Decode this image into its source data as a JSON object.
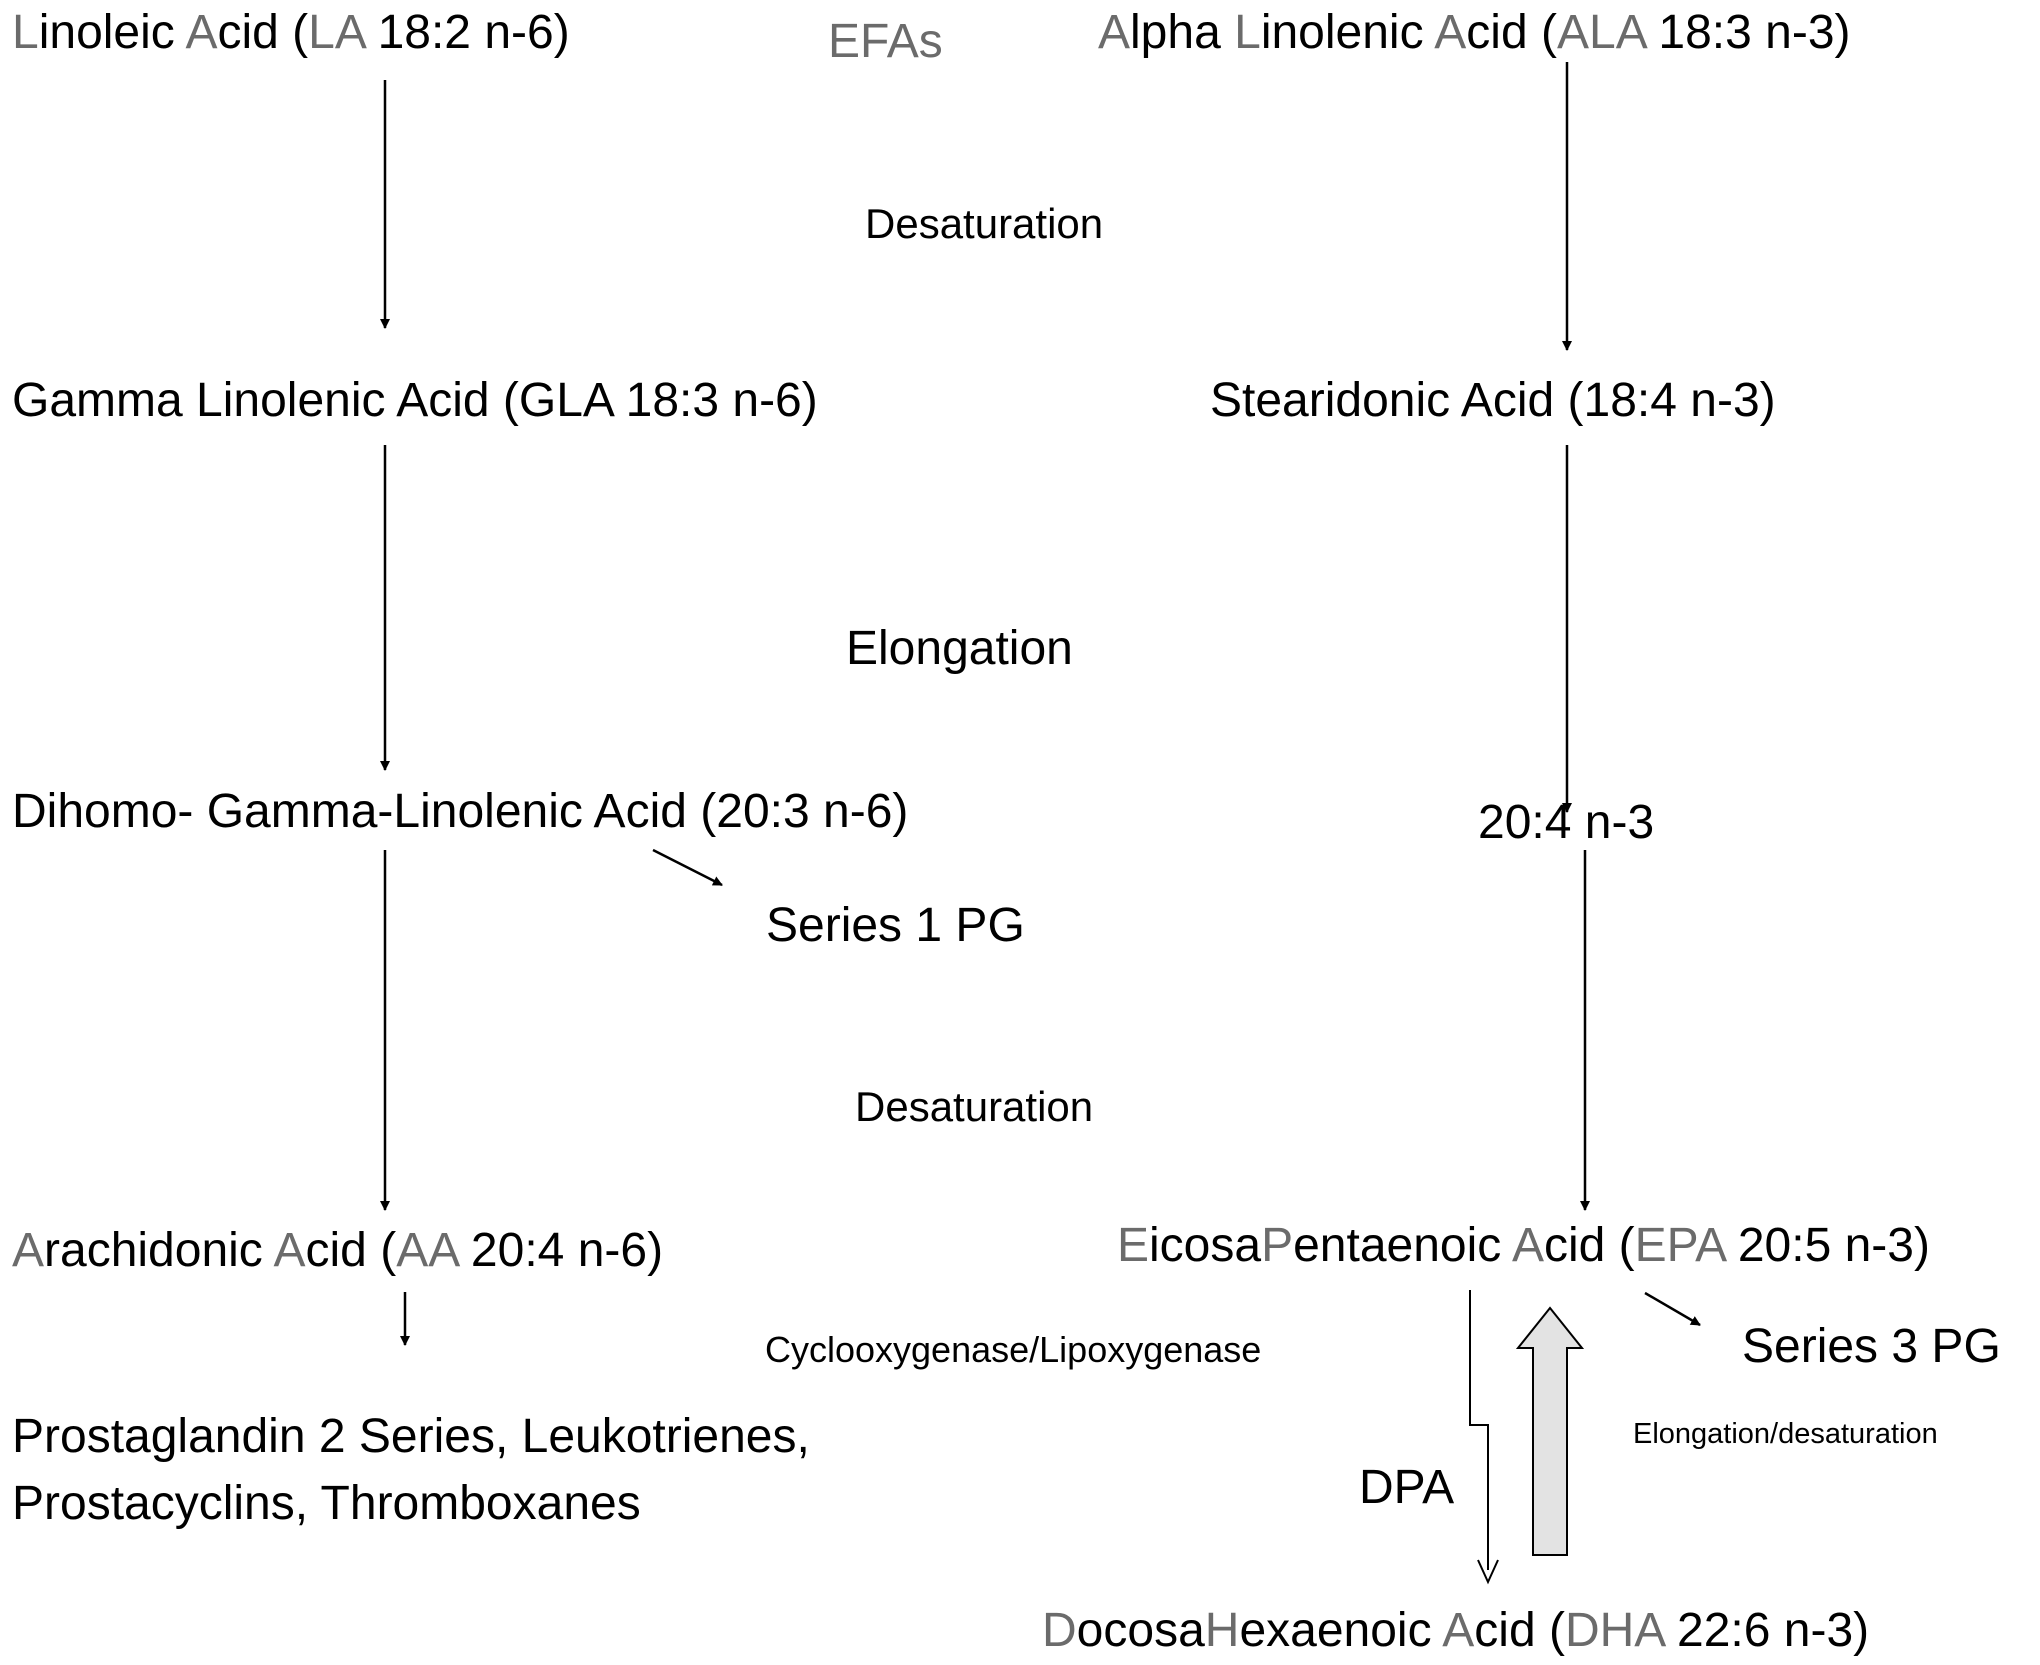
{
  "title": "EFAs",
  "omega6": {
    "la": {
      "p1": "L",
      "p2": "inoleic ",
      "p3": "A",
      "p4": "cid (",
      "p5": "LA",
      "p6": " 18:2 n-6)"
    },
    "gla": "Gamma Linolenic Acid (GLA 18:3 n-6)",
    "dgla": "Dihomo- Gamma-Linolenic Acid (20:3 n-6)",
    "series1": "Series 1 PG",
    "aa": {
      "p1": "A",
      "p2": "rachidonic ",
      "p3": "A",
      "p4": "cid (",
      "p5": "AA",
      "p6": " 20:4 n-6)"
    },
    "products_line1": "Prostaglandin 2 Series, Leukotrienes,",
    "products_line2": "Prostacyclins, Thromboxanes"
  },
  "omega3": {
    "ala": {
      "p1": "A",
      "p2": "lpha ",
      "p3": "L",
      "p4": "inolenic ",
      "p5": "A",
      "p6": "cid (",
      "p7": "ALA",
      "p8": " 18:3 n-3)"
    },
    "sda": "Stearidonic Acid (18:4 n-3)",
    "eta": "20:4 n-3",
    "epa": {
      "p1": "E",
      "p2": "icosa",
      "p3": "P",
      "p4": "entaenoic ",
      "p5": "A",
      "p6": "cid (",
      "p7": "EPA",
      "p8": " 20:5 n-3)"
    },
    "series3": "Series 3 PG",
    "dpa": "DPA",
    "elong_desat": "Elongation/desaturation",
    "dha": {
      "p1": "D",
      "p2": "ocosa",
      "p3": "H",
      "p4": "exaenoic ",
      "p5": "A",
      "p6": "cid (",
      "p7": "DHA",
      "p8": " 22:6 n-3)"
    }
  },
  "steps": {
    "desaturation1": "Desaturation",
    "elongation": "Elongation",
    "desaturation2": "Desaturation",
    "cox_lox": "Cyclooxygenase/Lipoxygenase"
  },
  "colors": {
    "highlight": "#6b6b6b",
    "block_arrow_fill": "#e3e3e3"
  }
}
